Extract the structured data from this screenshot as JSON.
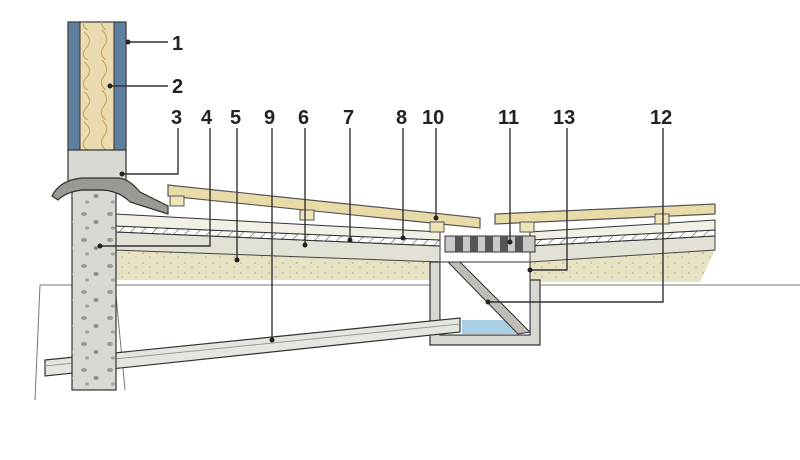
{
  "callouts": [
    "1",
    "2",
    "3",
    "4",
    "5",
    "6",
    "7",
    "8",
    "10",
    "11",
    "13",
    "12",
    "9"
  ],
  "colors": {
    "concrete": "#d9d9d4",
    "wood": "#eadcb0",
    "insulation": "#5f7f9e",
    "soil": "#e7e2c4",
    "board": "#e9dba8",
    "water": "#a9cfe6",
    "membrane": "#555555",
    "outline": "#333333"
  }
}
